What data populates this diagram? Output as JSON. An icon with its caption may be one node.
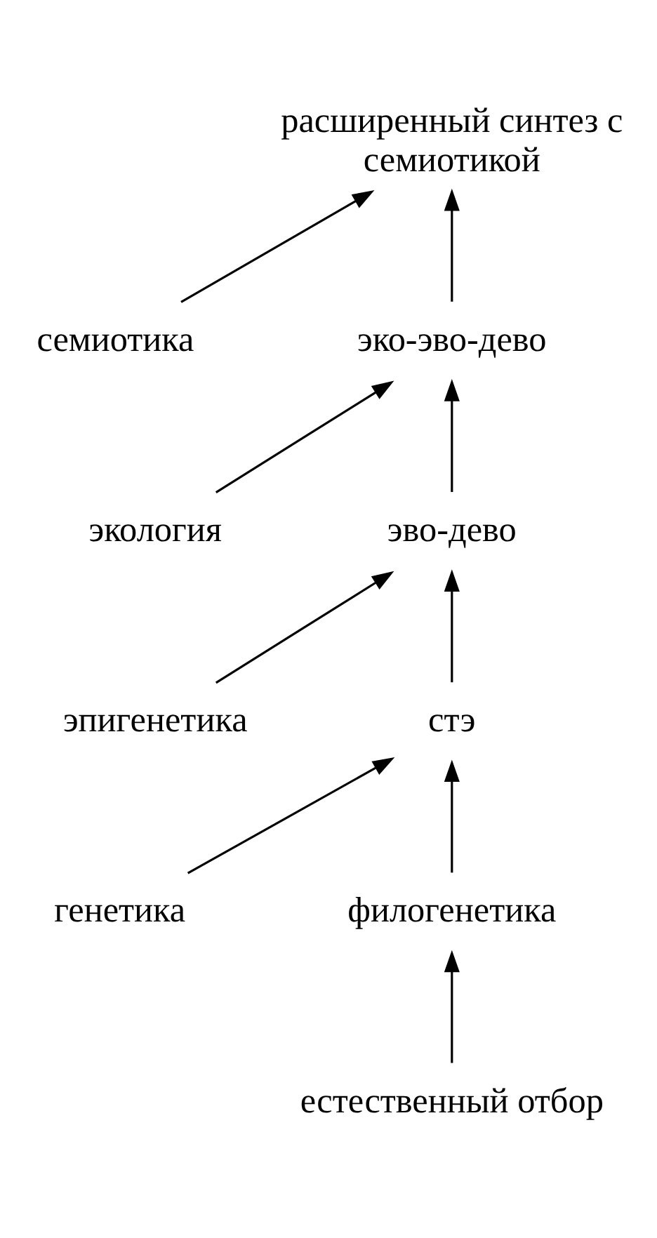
{
  "diagram": {
    "nodes": [
      {
        "text": [
          "расширенный синтез с семиотикой"
        ]
      },
      {
        "text": [
          "семиотика"
        ]
      },
      {
        "text": [
          "эко-эво-дево"
        ]
      },
      {
        "text": [
          "экология"
        ]
      },
      {
        "text": [
          "эво-дево"
        ]
      },
      {
        "text": [
          "эпигенетика"
        ]
      },
      {
        "text": [
          "стэ"
        ]
      },
      {
        "text": [
          "генетика"
        ]
      },
      {
        "text": [
          "филогенетика"
        ]
      },
      {
        "text": [
          "естественный отбор"
        ]
      }
    ],
    "edges": [
      {
        "from": 2,
        "to": 0,
        "arrow": "to"
      },
      {
        "from": 1,
        "to": 0,
        "arrow": "to"
      },
      {
        "from": 4,
        "to": 2,
        "arrow": "to"
      },
      {
        "from": 3,
        "to": 2,
        "arrow": "to"
      },
      {
        "from": 6,
        "to": 4,
        "arrow": "to"
      },
      {
        "from": 5,
        "to": 4,
        "arrow": "to"
      },
      {
        "from": 8,
        "to": 6,
        "arrow": "to"
      },
      {
        "from": 7,
        "to": 6,
        "arrow": "to"
      },
      {
        "from": 9,
        "to": 8,
        "arrow": "to"
      }
    ]
  }
}
